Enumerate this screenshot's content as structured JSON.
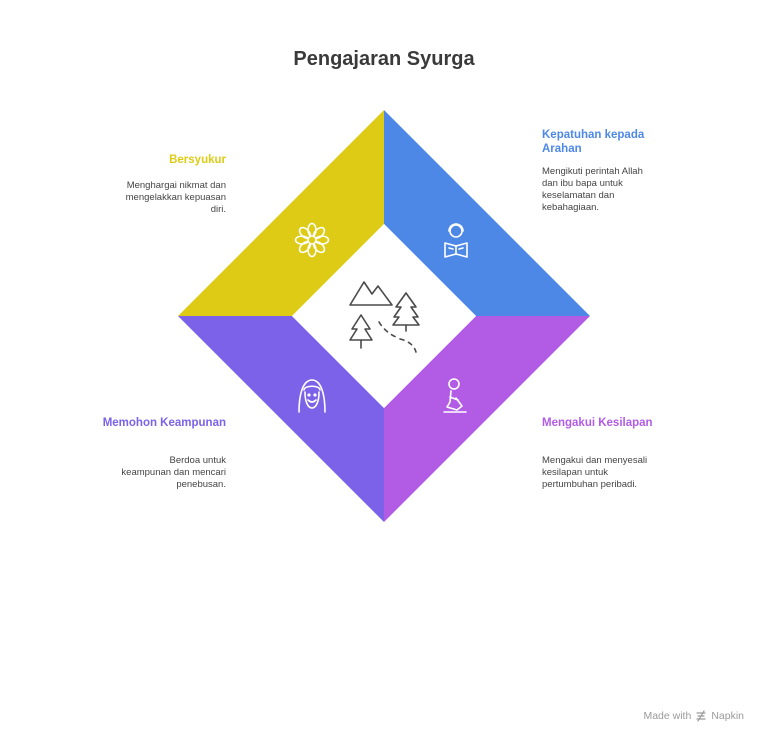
{
  "title": "Pengajaran Syurga",
  "colors": {
    "gold": "#DDCB16",
    "blue": "#4E88E6",
    "violet": "#7B62E8",
    "purple": "#B25CE6",
    "center": "#FFFFFF"
  },
  "quadrants": {
    "top_left": {
      "label": "Bersyukur",
      "description": "Menghargai nikmat dan mengelakkan kepuasan diri.",
      "icon": "flower-icon"
    },
    "top_right": {
      "label": "Kepatuhan kepada Arahan",
      "description": "Mengikuti perintah Allah dan ibu bapa untuk keselamatan dan kebahagiaan.",
      "icon": "person-reading-icon"
    },
    "bottom_left": {
      "label": "Memohon Keampunan",
      "description": "Berdoa untuk keampunan dan mencari penebusan.",
      "icon": "bearded-man-icon"
    },
    "bottom_right": {
      "label": "Mengakui Kesilapan",
      "description": "Mengakui dan menyesali kesilapan untuk pertumbuhan peribadi.",
      "icon": "kneeling-person-icon"
    }
  },
  "center": {
    "icon": "mountains-trees-path-icon"
  },
  "footer": {
    "prefix": "Made with",
    "brand": "Napkin",
    "icon": "napkin-logo-icon"
  }
}
